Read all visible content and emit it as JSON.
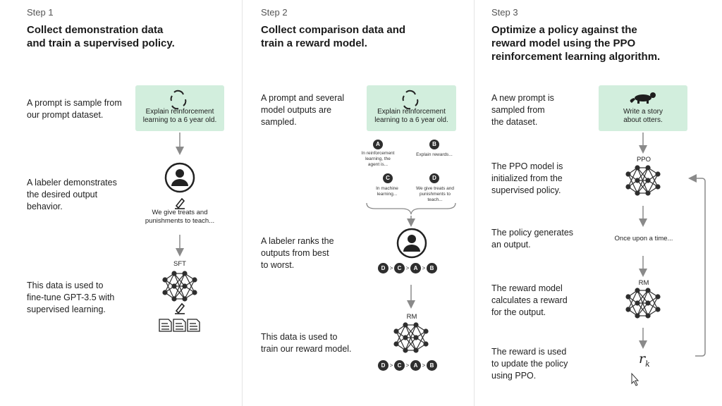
{
  "steps": [
    {
      "label": "Step 1",
      "title": [
        "Collect demonstration data",
        "and train a supervised policy."
      ],
      "descriptions": [
        [
          "A prompt is sample from",
          "our prompt dataset."
        ],
        [
          "A labeler demonstrates",
          "the desired output",
          "behavior."
        ],
        [
          "This data is used to",
          "fine-tune GPT-3.5 with",
          "supervised learning."
        ]
      ],
      "prompt": [
        "Explain reinforcement",
        "learning to a 6 year old."
      ],
      "demo_output": [
        "We give treats and",
        "punishments to teach..."
      ],
      "net_label": "SFT"
    },
    {
      "label": "Step 2",
      "title": [
        "Collect comparison data and",
        "train a reward model."
      ],
      "descriptions": [
        [
          "A prompt and several",
          "model outputs are",
          "sampled."
        ],
        [
          "A labeler ranks the",
          "outputs from best",
          "to worst."
        ],
        [
          "This data is used to",
          "train our reward model."
        ]
      ],
      "prompt": [
        "Explain reinforcement",
        "learning to a 6 year old."
      ],
      "outputs": [
        {
          "letter": "A",
          "text": [
            "In reinforcement",
            "learning, the",
            "agent is..."
          ]
        },
        {
          "letter": "B",
          "text": [
            "Explain rewards..."
          ]
        },
        {
          "letter": "C",
          "text": [
            "In machine",
            "learning..."
          ]
        },
        {
          "letter": "D",
          "text": [
            "We give treats and",
            "punishments to",
            "teach..."
          ]
        }
      ],
      "ranking": [
        "D",
        ">",
        "C",
        ">",
        "A",
        ">",
        "B"
      ],
      "net_label": "RM"
    },
    {
      "label": "Step 3",
      "title": [
        "Optimize a policy against the",
        "reward model using the PPO",
        "reinforcement learning algorithm."
      ],
      "descriptions": [
        [
          "A new prompt is",
          "sampled from",
          "the dataset."
        ],
        [
          "The PPO model is",
          "initialized from the",
          "supervised policy."
        ],
        [
          "The policy generates",
          "an output."
        ],
        [
          "The reward model",
          "calculates a reward",
          "for the output."
        ],
        [
          "The reward is used",
          "to update the policy",
          "using PPO."
        ]
      ],
      "prompt": [
        "Write a story",
        "about otters."
      ],
      "ppo_label": "PPO",
      "output_text": "Once upon a time...",
      "rm_label": "RM",
      "reward_symbol": "r",
      "reward_subscript": "k"
    }
  ],
  "colors": {
    "prompt_bg": "#d2eedd",
    "arrow": "#8a8a8a",
    "node": "#2e2e2e"
  }
}
